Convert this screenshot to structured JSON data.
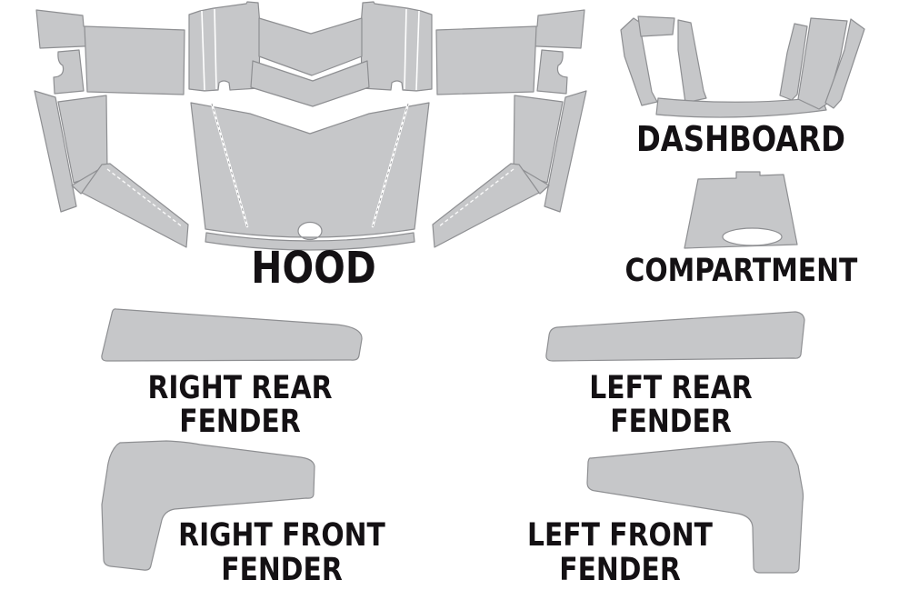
{
  "diagram_title": "vehicle panel template diagram",
  "colors": {
    "background": "#ffffff",
    "panel_fill": "#c6c7c9",
    "panel_stroke": "#8e8f92",
    "label_color": "#141114"
  },
  "parts": {
    "hood": {
      "label": "HOOD"
    },
    "dashboard": {
      "label": "DASHBOARD"
    },
    "compartment": {
      "label": "COMPARTMENT"
    },
    "right_rear_fender": {
      "label_line1": "RIGHT REAR",
      "label_line2": "FENDER"
    },
    "left_rear_fender": {
      "label_line1": "LEFT REAR",
      "label_line2": "FENDER"
    },
    "right_front_fender": {
      "label_line1": "RIGHT FRONT",
      "label_line2": "FENDER"
    },
    "left_front_fender": {
      "label_line1": "LEFT FRONT",
      "label_line2": "FENDER"
    }
  }
}
